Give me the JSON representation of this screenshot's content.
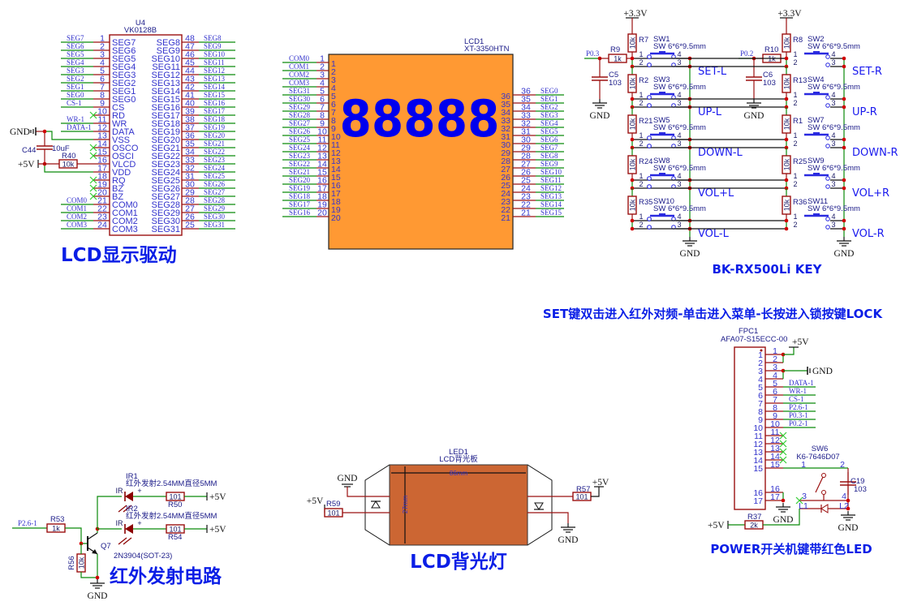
{
  "titles": {
    "lcd_driver": "LCD显示驱动",
    "key": "BK-RX500Li KEY",
    "set_note": "SET键双击进入红外对频-单击进入菜单-长按进入锁按键LOCK",
    "ir": "红外发射电路",
    "backlight": "LCD背光灯",
    "power": "POWER开关机键带红色LED"
  },
  "power": {
    "gnd": "GND",
    "p5v": "+5V",
    "p33v": "+3.3V"
  },
  "u4": {
    "ref": "U4",
    "part": "VK0128B",
    "c44": "C44",
    "c44_val": "10uF",
    "r40": "R40",
    "r40_val": "10k",
    "left_pins": [
      {
        "num": "1",
        "name": "SEG7",
        "net": "SEG7"
      },
      {
        "num": "2",
        "name": "SEG6",
        "net": "SEG6"
      },
      {
        "num": "3",
        "name": "SEG5",
        "net": "SEG5"
      },
      {
        "num": "4",
        "name": "SEG4",
        "net": "SEG4"
      },
      {
        "num": "5",
        "name": "SEG3",
        "net": "SEG3"
      },
      {
        "num": "6",
        "name": "SEG2",
        "net": "SEG2"
      },
      {
        "num": "7",
        "name": "SEG1",
        "net": "SEG1"
      },
      {
        "num": "8",
        "name": "SEG0",
        "net": "SEG0"
      },
      {
        "num": "9",
        "name": "CS",
        "net": "CS-1"
      },
      {
        "num": "10",
        "name": "RD",
        "nc": true
      },
      {
        "num": "11",
        "name": "WR",
        "net": "WR-1"
      },
      {
        "num": "12",
        "name": "DATA",
        "net": "DATA-1"
      },
      {
        "num": "13",
        "name": "VSS"
      },
      {
        "num": "14",
        "name": "OSCO",
        "nc": true
      },
      {
        "num": "15",
        "name": "OSCI",
        "nc": true
      },
      {
        "num": "16",
        "name": "VLCD"
      },
      {
        "num": "17",
        "name": "VDD"
      },
      {
        "num": "18",
        "name": "RQ",
        "nc": true
      },
      {
        "num": "19",
        "name": "BZ",
        "nc": true
      },
      {
        "num": "20",
        "name": "BZ",
        "nc": true
      },
      {
        "num": "21",
        "name": "COM0",
        "net": "COM0"
      },
      {
        "num": "22",
        "name": "COM1",
        "net": "COM1"
      },
      {
        "num": "23",
        "name": "COM2",
        "net": "COM2"
      },
      {
        "num": "24",
        "name": "COM3",
        "net": "COM3"
      }
    ],
    "right_pins": [
      {
        "num": "48",
        "name": "SEG8",
        "net": "SEG8"
      },
      {
        "num": "47",
        "name": "SEG9",
        "net": "SEG9"
      },
      {
        "num": "46",
        "name": "SEG10",
        "net": "SEG10"
      },
      {
        "num": "45",
        "name": "SEG11",
        "net": "SEG11"
      },
      {
        "num": "44",
        "name": "SEG12",
        "net": "SEG12"
      },
      {
        "num": "43",
        "name": "SEG13",
        "net": "SEG13"
      },
      {
        "num": "42",
        "name": "SEG14",
        "net": "SEG14"
      },
      {
        "num": "41",
        "name": "SEG15",
        "net": "SEG15"
      },
      {
        "num": "40",
        "name": "SEG16",
        "net": "SEG16"
      },
      {
        "num": "39",
        "name": "SEG17",
        "net": "SEG17"
      },
      {
        "num": "38",
        "name": "SEG18",
        "net": "SEG18"
      },
      {
        "num": "37",
        "name": "SEG19",
        "net": "SEG19"
      },
      {
        "num": "36",
        "name": "SEG20",
        "net": "SEG20"
      },
      {
        "num": "35",
        "name": "SEG21",
        "net": "SEG21"
      },
      {
        "num": "34",
        "name": "SEG22",
        "net": "SEG22"
      },
      {
        "num": "33",
        "name": "SEG23",
        "net": "SEG23"
      },
      {
        "num": "32",
        "name": "SEG24",
        "net": "SEG24"
      },
      {
        "num": "31",
        "name": "SEG25",
        "net": "SEG25"
      },
      {
        "num": "30",
        "name": "SEG26",
        "net": "SEG26"
      },
      {
        "num": "29",
        "name": "SEG27",
        "net": "SEG27"
      },
      {
        "num": "28",
        "name": "SEG28",
        "net": "SEG28"
      },
      {
        "num": "27",
        "name": "SEG29",
        "net": "SEG29"
      },
      {
        "num": "26",
        "name": "SEG30",
        "net": "SEG30"
      },
      {
        "num": "25",
        "name": "SEG31",
        "net": "SEG31"
      }
    ]
  },
  "lcd1": {
    "ref": "LCD1",
    "part": "XT-3350HTN",
    "display": "88888",
    "left_pins": [
      {
        "num": "1",
        "net": "COM0"
      },
      {
        "num": "2",
        "net": "COM1"
      },
      {
        "num": "3",
        "net": "COM2"
      },
      {
        "num": "4",
        "net": "COM3"
      },
      {
        "num": "5",
        "net": "SEG31"
      },
      {
        "num": "6",
        "net": "SEG30"
      },
      {
        "num": "7",
        "net": "SEG29"
      },
      {
        "num": "8",
        "net": "SEG28"
      },
      {
        "num": "9",
        "net": "SEG27"
      },
      {
        "num": "10",
        "net": "SEG26"
      },
      {
        "num": "11",
        "net": "SEG25"
      },
      {
        "num": "12",
        "net": "SEG24"
      },
      {
        "num": "13",
        "net": "SEG23"
      },
      {
        "num": "14",
        "net": "SEG22"
      },
      {
        "num": "15",
        "net": "SEG21"
      },
      {
        "num": "16",
        "net": "SEG20"
      },
      {
        "num": "17",
        "net": "SEG19"
      },
      {
        "num": "18",
        "net": "SEG18"
      },
      {
        "num": "19",
        "net": "SEG17"
      },
      {
        "num": "20",
        "net": "SEG16"
      }
    ],
    "right_pins": [
      {
        "num": "36",
        "net": "SEG0"
      },
      {
        "num": "35",
        "net": "SEG1"
      },
      {
        "num": "34",
        "net": "SEG2"
      },
      {
        "num": "33",
        "net": "SEG3"
      },
      {
        "num": "32",
        "net": "SEG4"
      },
      {
        "num": "31",
        "net": "SEG5"
      },
      {
        "num": "30",
        "net": "SEG6"
      },
      {
        "num": "29",
        "net": "SEG7"
      },
      {
        "num": "28",
        "net": "SEG8"
      },
      {
        "num": "27",
        "net": "SEG9"
      },
      {
        "num": "26",
        "net": "SEG10"
      },
      {
        "num": "25",
        "net": "SEG11"
      },
      {
        "num": "24",
        "net": "SEG12"
      },
      {
        "num": "23",
        "net": "SEG13"
      },
      {
        "num": "22",
        "net": "SEG14"
      },
      {
        "num": "21",
        "net": "SEG15"
      }
    ]
  },
  "keys": {
    "switch_part": "SW 6*6*9.5mm",
    "pull_value": "10k",
    "pin_labels": [
      "1",
      "2",
      "4",
      "3"
    ],
    "sides": [
      {
        "net": "P0.3",
        "series_r": "R9",
        "series_val": "1k",
        "cap": "C5",
        "cap_val": "103",
        "rows": [
          {
            "sw": "SW1",
            "r": "R7",
            "label": "SET-L"
          },
          {
            "sw": "SW3",
            "r": "R2",
            "label": "UP-L"
          },
          {
            "sw": "SW5",
            "r": "R21",
            "label": "DOWN-L"
          },
          {
            "sw": "SW8",
            "r": "R24",
            "label": "VOL+L"
          },
          {
            "sw": "SW10",
            "r": "R35",
            "label": "VOL-L"
          }
        ]
      },
      {
        "net": "P0.2",
        "series_r": "R10",
        "series_val": "1k",
        "cap": "C6",
        "cap_val": "103",
        "rows": [
          {
            "sw": "SW2",
            "r": "R8",
            "label": "SET-R"
          },
          {
            "sw": "SW4",
            "r": "R13",
            "label": "UP-R"
          },
          {
            "sw": "SW7",
            "r": "R1",
            "label": "DOWN-R"
          },
          {
            "sw": "SW9",
            "r": "R25",
            "label": "VOL+R"
          },
          {
            "sw": "SW11",
            "r": "R36",
            "label": "VOL-R"
          }
        ]
      }
    ]
  },
  "fpc1": {
    "ref": "FPC1",
    "part": "AFA07-S15ECC-00",
    "pins": [
      {
        "num": "1"
      },
      {
        "num": "2"
      },
      {
        "num": "3"
      },
      {
        "num": "4"
      },
      {
        "num": "5",
        "net": "DATA-1"
      },
      {
        "num": "6",
        "net": "WR-1"
      },
      {
        "num": "7",
        "net": "CS-1"
      },
      {
        "num": "8",
        "net": "P2.6-1"
      },
      {
        "num": "9",
        "net": "P0.3-1"
      },
      {
        "num": "10",
        "net": "P0.2-1"
      },
      {
        "num": "11",
        "nc": true
      },
      {
        "num": "12",
        "nc": true
      },
      {
        "num": "13",
        "nc": true
      },
      {
        "num": "14",
        "nc": true
      },
      {
        "num": "15"
      },
      {
        "num": "16"
      },
      {
        "num": "17"
      }
    ],
    "sw6": "SW6",
    "sw6_part": "K6-7646D07",
    "sw_pins": [
      "1",
      "2",
      "3",
      "4",
      "L1",
      "L2"
    ],
    "c19": "C19",
    "c19_val": "103",
    "r37": "R37",
    "r37_val": "2k"
  },
  "ir": {
    "net": "P2.6-1",
    "r53": "R53",
    "r53_val": "1k",
    "r56": "R56",
    "r56_val": "10k",
    "q7": "Q7",
    "q7_part": "2N3904(SOT-23)",
    "ir1": "IR1",
    "ir2": "IR2",
    "ir_desc": "红外发射2.54MM直径5MM",
    "ir_tag": "IR",
    "plus": "+",
    "r50": "R50",
    "r54": "R54",
    "r_val": "101"
  },
  "backlight": {
    "ref": "LED1",
    "part": "LCD背光板",
    "width": "86mm",
    "height": "27mm",
    "r59": "R59",
    "r57": "R57",
    "r_val": "101"
  }
}
